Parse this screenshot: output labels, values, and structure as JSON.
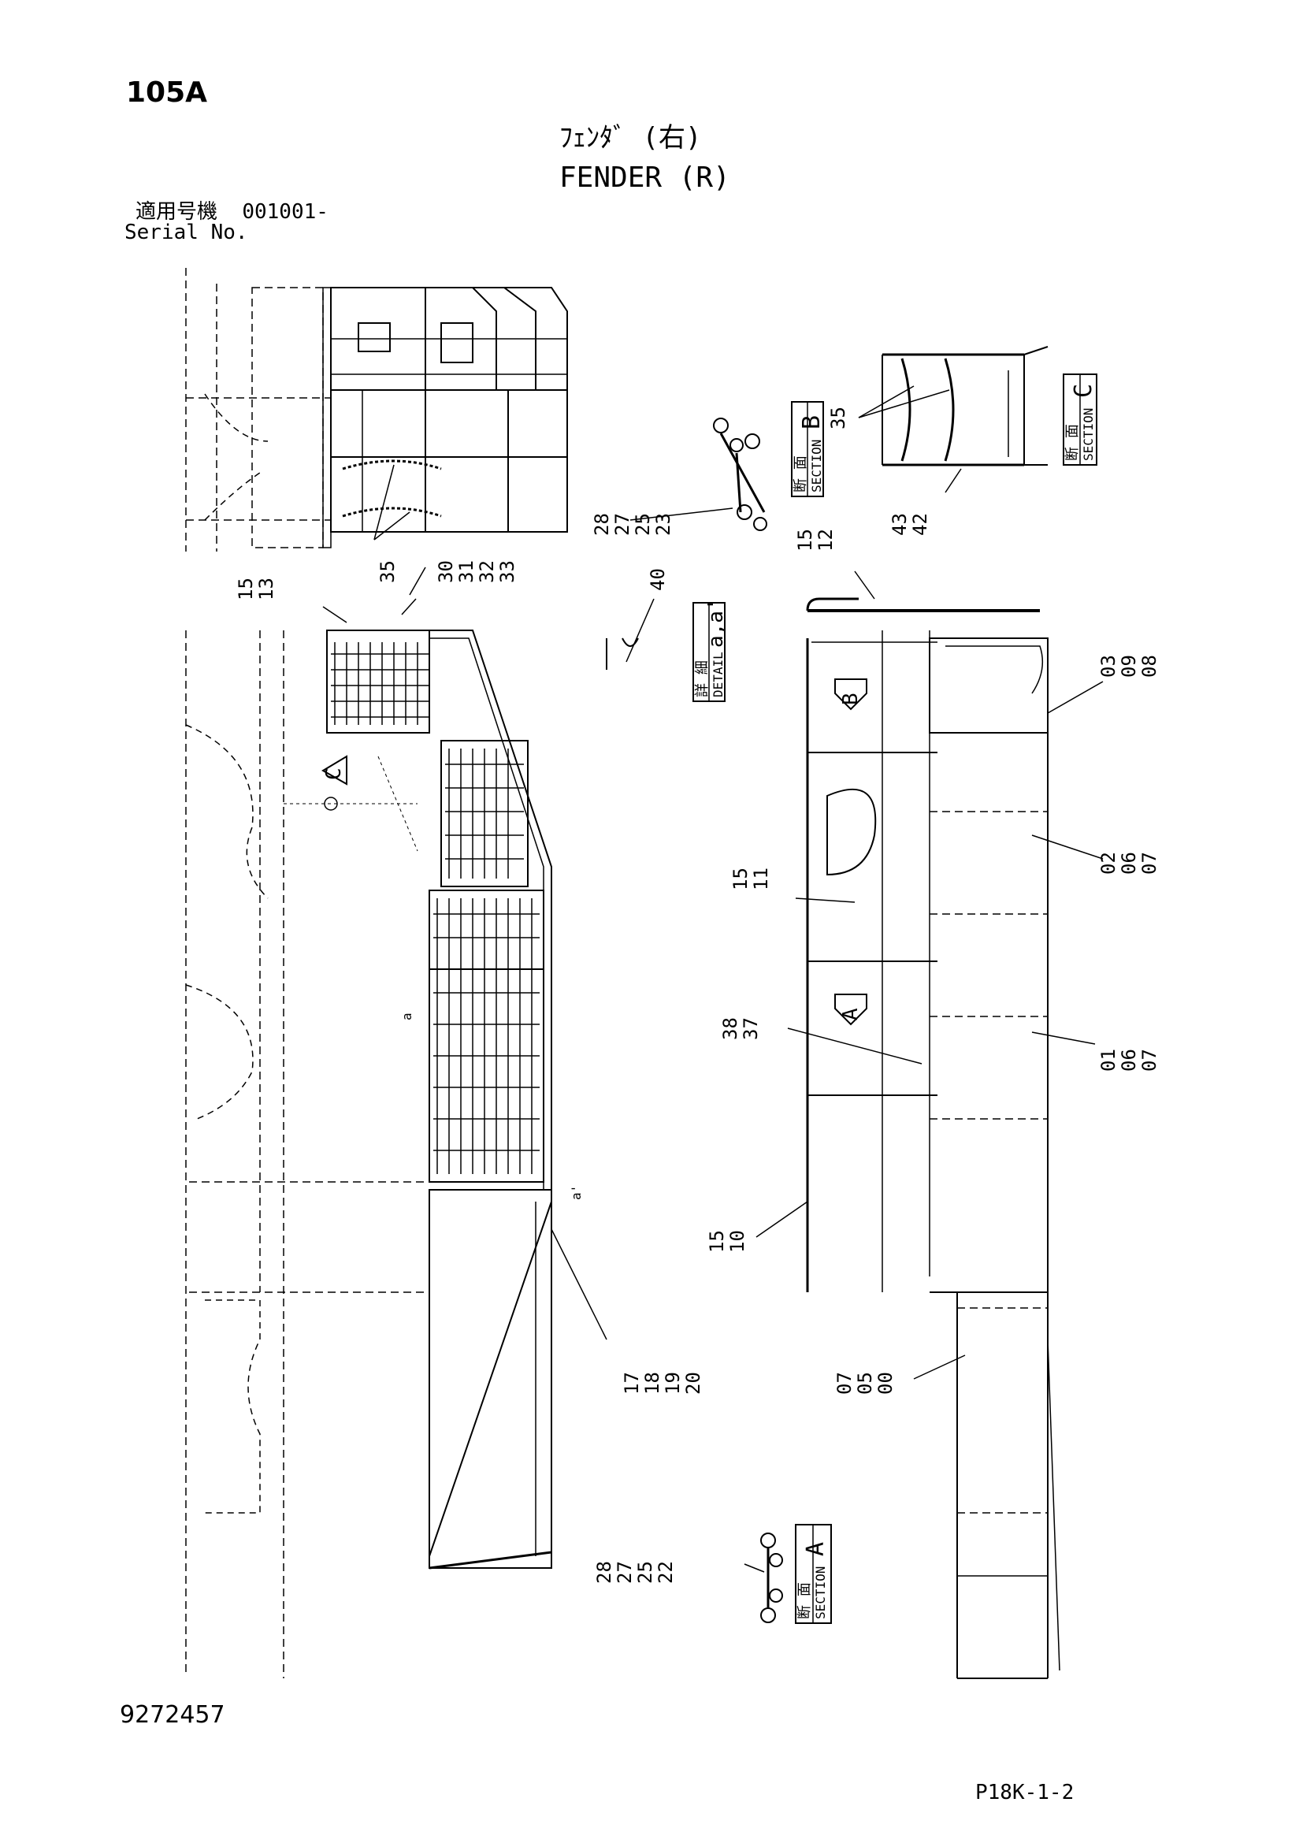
{
  "header": {
    "page_number": "105A",
    "title_ja": "ﾌｪﾝﾀﾞ (右)",
    "title_en": "FENDER (R)",
    "serial_label_ja": "適用号機",
    "serial_value": "001001-",
    "serial_label_en": "Serial No."
  },
  "footer": {
    "document_number": "9272457",
    "page_ref": "P18K-1-2"
  },
  "callouts": {
    "top_view_35": [
      "35"
    ],
    "top_view_30_33": [
      "30",
      "31",
      "32",
      "33"
    ],
    "section_b_parts": [
      "28",
      "27",
      "25",
      "23"
    ],
    "section_c_35": [
      "35"
    ],
    "section_c_parts": [
      "43",
      "42"
    ],
    "left_15_13": [
      "15",
      "13"
    ],
    "detail_40": [
      "40"
    ],
    "right_15_12": [
      "15",
      "12"
    ],
    "right_03_09_08": [
      "03",
      "09",
      "08"
    ],
    "right_02_06_07": [
      "02",
      "06",
      "07"
    ],
    "right_15_11": [
      "15",
      "11"
    ],
    "right_38_37": [
      "38",
      "37"
    ],
    "right_01_06_07": [
      "01",
      "06",
      "07"
    ],
    "right_15_10": [
      "15",
      "10"
    ],
    "left_17_20": [
      "17",
      "18",
      "19",
      "20"
    ],
    "right_07_05_00": [
      "07",
      "05",
      "00"
    ],
    "section_a_parts": [
      "28",
      "27",
      "25",
      "22"
    ]
  },
  "section_labels": {
    "section_b": {
      "ja": "断 面",
      "en": "SECTION",
      "letter": "B"
    },
    "section_c": {
      "ja": "断 面",
      "en": "SECTION",
      "letter": "C"
    },
    "section_a": {
      "ja": "断 面",
      "en": "SECTION",
      "letter": "A"
    },
    "detail": {
      "ja": "詳 細",
      "en": "DETAIL",
      "letter": "a,a'"
    }
  },
  "view_arrows": {
    "a": "A",
    "b": "B",
    "c": "C"
  },
  "small_marks": {
    "detail_a": "a",
    "detail_a_prime": "a'"
  }
}
